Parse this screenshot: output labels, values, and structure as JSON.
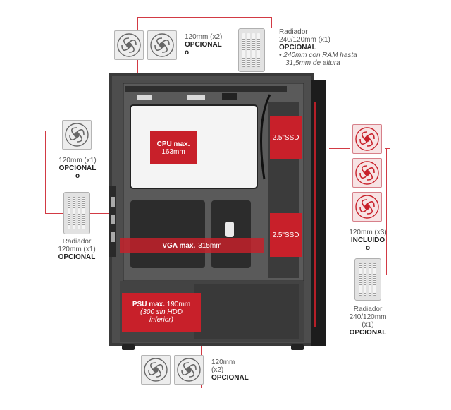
{
  "labels": {
    "top_fans": {
      "line1": "120mm (x2)",
      "line2": "OPCIONAL",
      "line3": "o"
    },
    "top_radiator": {
      "line1": "Radiador",
      "line2": "240/120mm (x1)",
      "line3": "OPCIONAL",
      "note1": "• 240mm con RAM hasta",
      "note2": "31,5mm de altura"
    },
    "rear_fan": {
      "line1": "120mm (x1)",
      "line2": "OPCIONAL",
      "line3": "o"
    },
    "rear_radiator": {
      "line1": "Radiador",
      "line2": "120mm (x1)",
      "line3": "OPCIONAL"
    },
    "front_fans": {
      "line1": "120mm (x3)",
      "line2": "INCLUIDO",
      "line3": "o"
    },
    "front_radiator": {
      "line1": "Radiador",
      "line2": "240/120mm",
      "line3": "(x1)",
      "line4": "OPCIONAL"
    },
    "bottom_fans": {
      "line1": "120mm",
      "line2": "(x2)",
      "line3": "OPCIONAL"
    }
  },
  "boxes": {
    "cpu": {
      "line1": "CPU max.",
      "line2": "163mm"
    },
    "ssd_top": "2.5\"SSD",
    "ssd_bottom": "2.5\"SSD",
    "vga": {
      "bold": "VGA max.",
      "value": "315mm"
    },
    "psu": {
      "bold": "PSU max.",
      "value": "190mm",
      "note1": "(300 sin HDD",
      "note2": "inferior)"
    }
  },
  "colors": {
    "accent": "#c8202a",
    "case": "#2a2a2a",
    "fan": "#ededed"
  },
  "icons": [
    "fan-icon",
    "radiator-icon"
  ]
}
